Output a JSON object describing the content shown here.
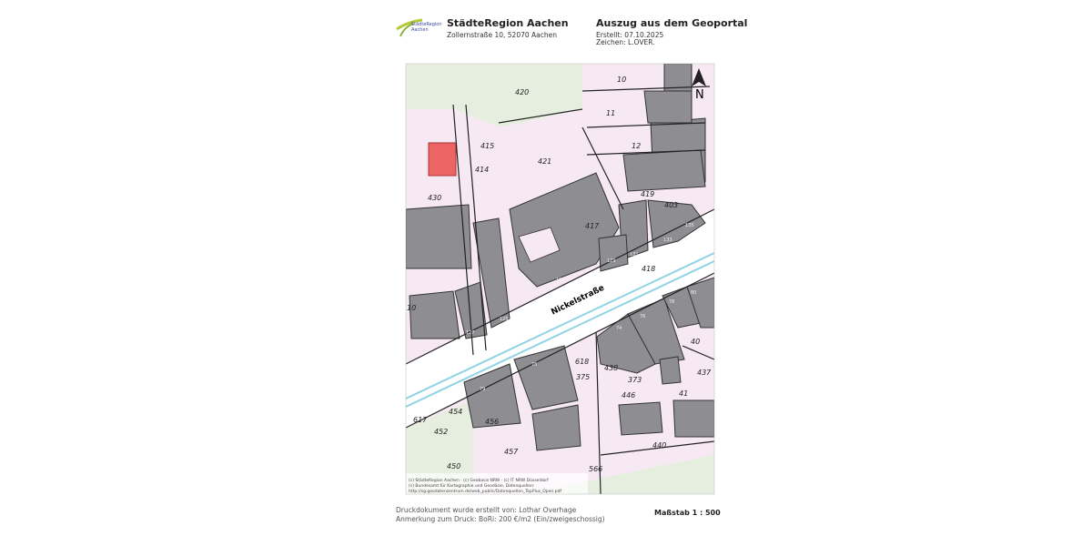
{
  "header": {
    "logo_text": "StädteRegion Aachen",
    "org_name": "StädteRegion Aachen",
    "address": "Zollernstraße 10, 52070 Aachen",
    "doc_title": "Auszug aus dem Geoportal",
    "created": "Erstellt: 07.10.2025",
    "reference": "Zeichen: L.OVER."
  },
  "map": {
    "north_label": "N",
    "street_name": "Nickelstraße",
    "colors": {
      "parcel": "#f7e9f3",
      "building": "#8e8e92",
      "highlight": "#ee6464",
      "green": "#e6efdf",
      "water": "#b8e3ee"
    },
    "parcel_numbers": [
      "420",
      "10",
      "11",
      "12",
      "415",
      "421",
      "414",
      "430",
      "419",
      "403",
      "417",
      "418",
      "10",
      "618",
      "375",
      "438",
      "373",
      "437",
      "40",
      "41",
      "446",
      "440",
      "566",
      "617",
      "454",
      "452",
      "456",
      "457",
      "450"
    ],
    "house_numbers": [
      "125",
      "127",
      "127",
      "129",
      "131",
      "133",
      "135",
      "74",
      "76",
      "78",
      "80",
      "79",
      "75"
    ],
    "attribution": [
      "(c) StädteRegion Aachen · (c) Geobasis NRW · (c) IT NRW Düsseldorf",
      "(c) Bundesamt für Kartographie und Geodäsie, Datenquellen:",
      "http://sg.geodatenzentrum.de/web_public/Datenquellen_TopPlus_Open.pdf"
    ]
  },
  "footer": {
    "created_by": "Druckdokument wurde erstellt von: Lothar Overhage",
    "note": "Anmerkung zum Druck: BoRi: 200 €/m2 (Ein/zweigeschossig)",
    "scale": "Maßstab 1 : 500"
  }
}
